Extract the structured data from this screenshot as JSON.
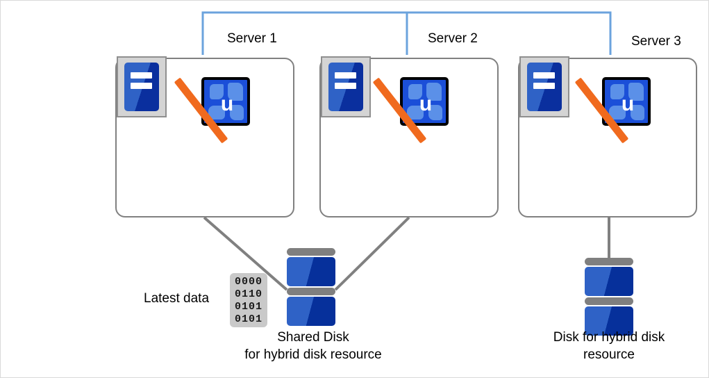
{
  "diagram": {
    "title": "Hybrid disk resource cluster diagram",
    "colors": {
      "network_line": "#6ba3dd",
      "connector_line": "#808080",
      "server_border": "#808080",
      "disk_blue_light": "#2f62c6",
      "disk_blue_dark": "#06309b",
      "slash_orange": "#f06a1e",
      "icon_frame_gray": "#d4d4d4",
      "binary_bg": "#c9c9c9"
    },
    "servers": [
      {
        "label": "Server 1",
        "server_icon_name": "server-tower-icon",
        "cluster_icon_name": "cluster-service-stopped-icon",
        "cluster_status": "crossed-out"
      },
      {
        "label": "Server 2",
        "server_icon_name": "server-tower-icon",
        "cluster_icon_name": "cluster-service-stopped-icon",
        "cluster_status": "crossed-out"
      },
      {
        "label": "Server 3",
        "server_icon_name": "server-tower-icon",
        "cluster_icon_name": "cluster-service-stopped-icon",
        "cluster_status": "crossed-out"
      }
    ],
    "binary_data": {
      "icon_name": "binary-data-icon",
      "rows": [
        "0000",
        "0110",
        "0101",
        "0101"
      ],
      "label": "Latest data"
    },
    "disks": [
      {
        "icon_name": "shared-disk-icon",
        "caption": "Shared Disk\nfor hybrid disk resource"
      },
      {
        "icon_name": "hybrid-disk-icon",
        "caption": "Disk for hybrid disk\nresource"
      }
    ]
  }
}
